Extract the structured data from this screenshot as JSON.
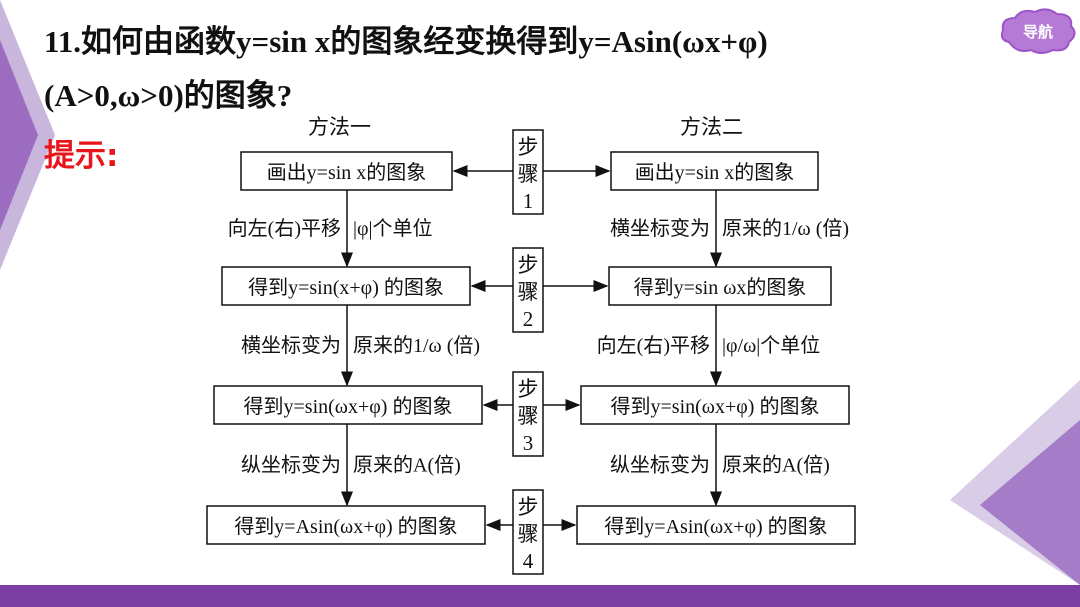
{
  "question": {
    "line1": "11.如何由函数y=sin x的图象经变换得到y=Asin(ωx+φ)",
    "line2": "(A>0,ω>0)的图象?"
  },
  "hint_label": "提示:",
  "nav_label": "导航",
  "colors": {
    "accent": "#7b3fa4",
    "hint": "#e8161c",
    "decor_light": "#c9b6dc",
    "decor_dark": "#9b6cc0"
  },
  "flow": {
    "method1_title": "方法一",
    "method2_title": "方法二",
    "steps": [
      {
        "chars": [
          "步",
          "骤",
          "1"
        ]
      },
      {
        "chars": [
          "步",
          "骤",
          "2"
        ]
      },
      {
        "chars": [
          "步",
          "骤",
          "3"
        ]
      },
      {
        "chars": [
          "步",
          "骤",
          "4"
        ]
      }
    ],
    "method1_boxes": [
      "画出y=sin x的图象",
      "得到y=sin(x+φ) 的图象",
      "得到y=sin(ωx+φ) 的图象",
      "得到y=Asin(ωx+φ) 的图象"
    ],
    "method2_boxes": [
      "画出y=sin x的图象",
      "得到y=sin ωx的图象",
      "得到y=sin(ωx+φ) 的图象",
      "得到y=Asin(ωx+φ) 的图象"
    ],
    "method1_transforms": [
      {
        "left": "向左(右)平移",
        "right": "|φ|个单位"
      },
      {
        "left": "横坐标变为",
        "right": "原来的1/ω (倍)"
      },
      {
        "left": "纵坐标变为",
        "right": "原来的A(倍)"
      }
    ],
    "method2_transforms": [
      {
        "left": "横坐标变为",
        "right": "原来的1/ω (倍)"
      },
      {
        "left": "向左(右)平移",
        "right": "|φ/ω|个单位"
      },
      {
        "left": "纵坐标变为",
        "right": "原来的A(倍)"
      }
    ]
  }
}
